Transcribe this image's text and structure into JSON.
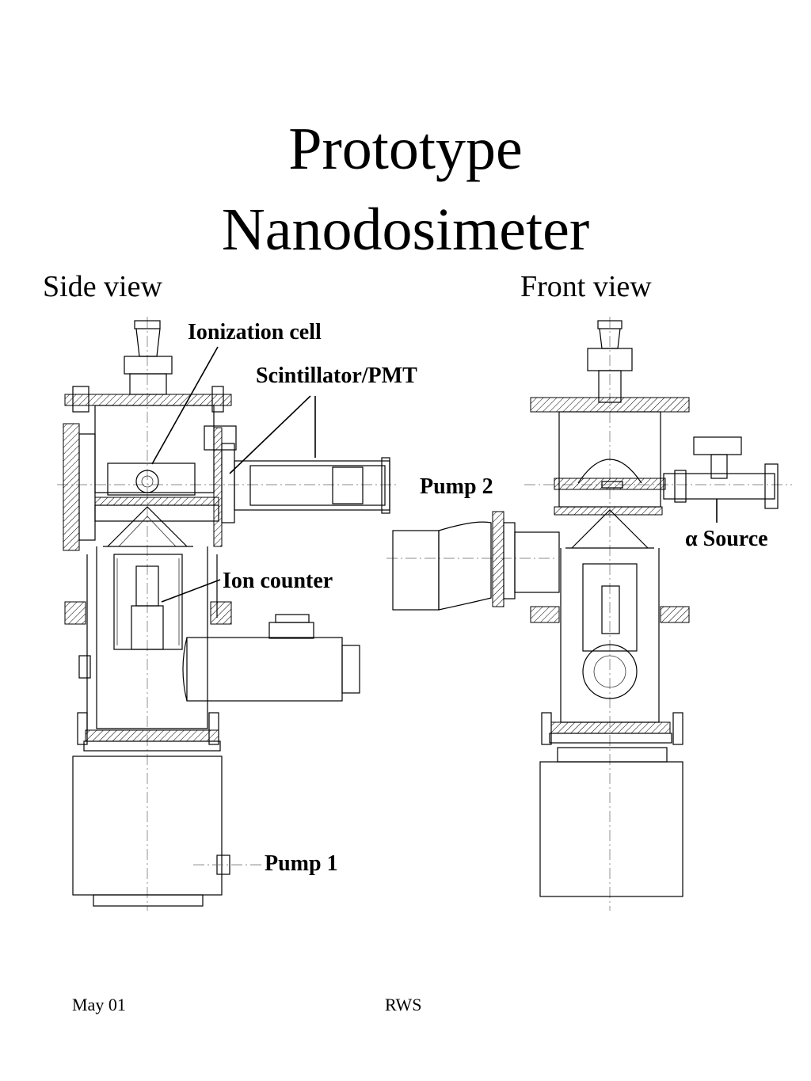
{
  "title": {
    "line1": "Prototype",
    "line2": "Nanodosimeter"
  },
  "views": {
    "side": "Side view",
    "front": "Front view"
  },
  "callouts": {
    "ionization_cell": "Ionization cell",
    "scintillator_pmt": "Scintillator/PMT",
    "ion_counter": "Ion counter",
    "pump1": "Pump 1",
    "pump2": "Pump 2",
    "alpha_symbol": "α",
    "alpha_source": "Source"
  },
  "footer": {
    "date": "May 01",
    "author": "RWS"
  }
}
